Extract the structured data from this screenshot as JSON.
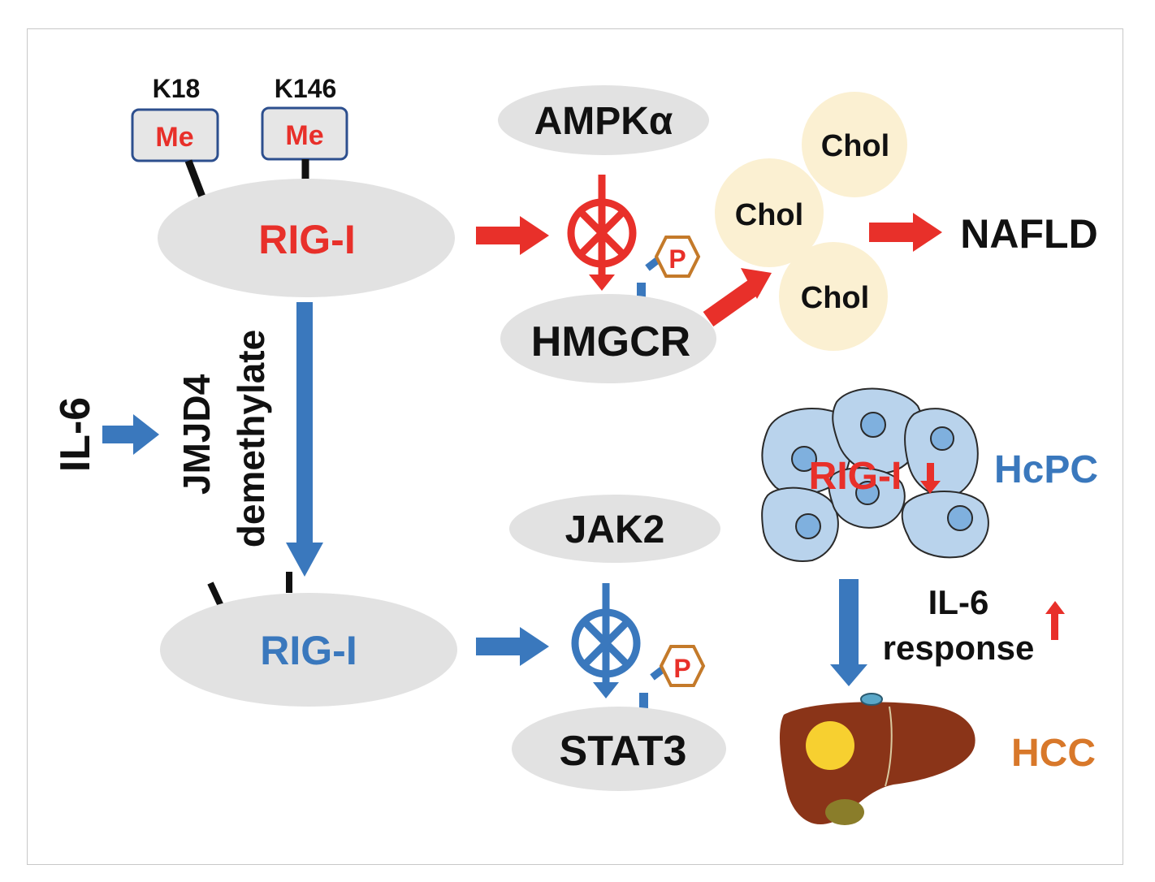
{
  "labels": {
    "k18": "K18",
    "k146": "K146",
    "me1": "Me",
    "me2": "Me",
    "rig_top": "RIG-I",
    "rig_bottom": "RIG-I",
    "ampk": "AMPKα",
    "hmgcr": "HMGCR",
    "chol1": "Chol",
    "chol2": "Chol",
    "chol3": "Chol",
    "nafld": "NAFLD",
    "p1": "P",
    "p2": "P",
    "il6": "IL-6",
    "jmjd4": "JMJD4",
    "demethylate": "demethylate",
    "jak2": "JAK2",
    "stat3": "STAT3",
    "hcpc_rig": "RIG-I",
    "hcpc": "HcPC",
    "il6_response_1": "IL-6",
    "il6_response_2": "response",
    "hcc": "HCC"
  },
  "colors": {
    "red": "#e8302a",
    "blue": "#3a78bd",
    "orange": "#d8782a",
    "oval_gray": "#e2e2e2",
    "chol_fill": "#fbf0d2",
    "cell_fill": "#b9d3ec",
    "liver": "#8a3418",
    "tumor": "#f7d030"
  },
  "icons": {
    "inhibition": "circle-cross-inhibition-icon",
    "phosphate": "phosphate-hexagon-icon",
    "cells": "cell-cluster-icon",
    "liver": "liver-icon"
  }
}
